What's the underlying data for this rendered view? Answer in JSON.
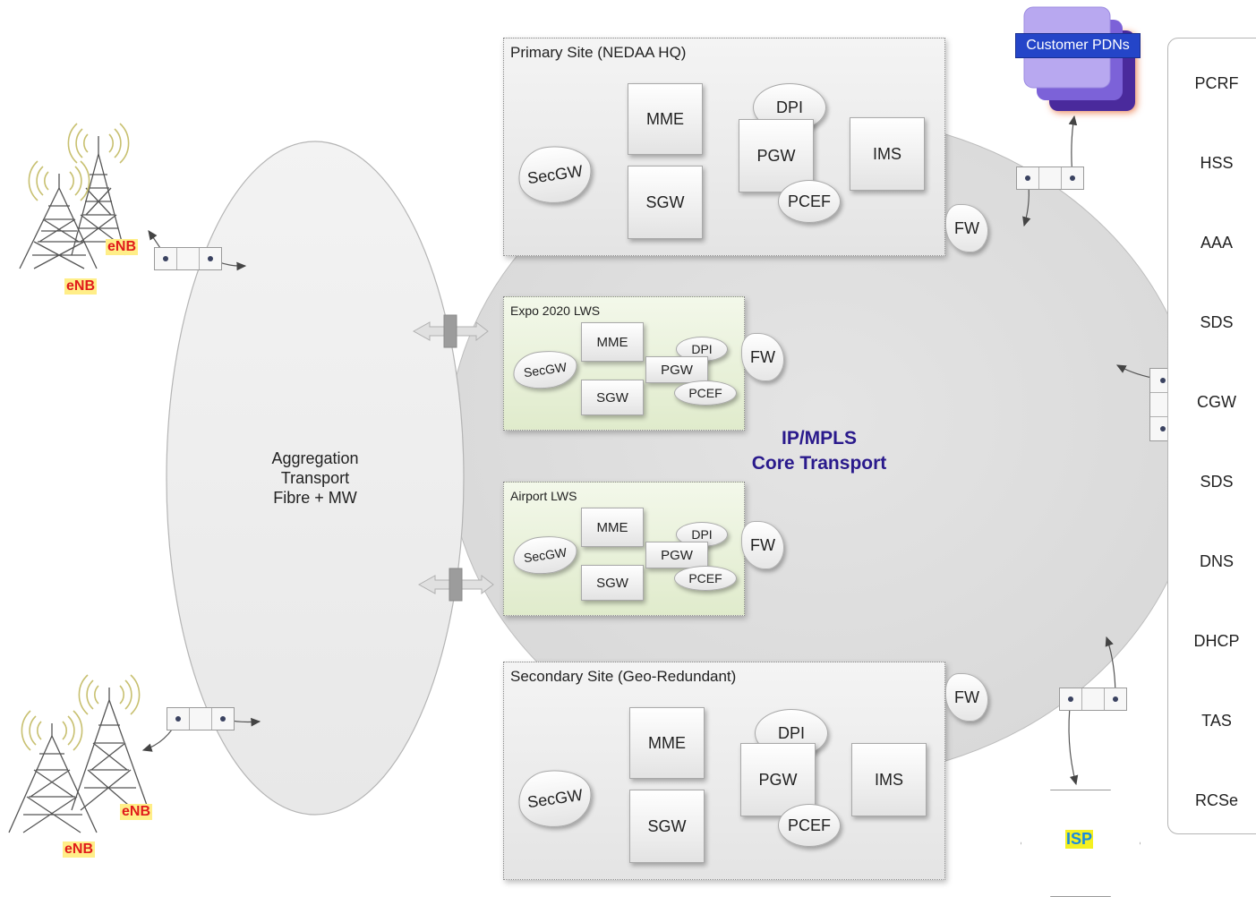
{
  "aggregation": {
    "line1": "Aggregation",
    "line2": "Transport",
    "line3": "Fibre + MW"
  },
  "core": {
    "line1": "IP/MPLS",
    "line2": "Core Transport",
    "color": "#2a1a8c"
  },
  "enb_label": "eNB",
  "primary_site": {
    "title": "Primary Site (NEDAA HQ)",
    "secgw": "SecGW",
    "mme": "MME",
    "sgw": "SGW",
    "dpi": "DPI",
    "pgw": "PGW",
    "pcef": "PCEF",
    "ims": "IMS"
  },
  "secondary_site": {
    "title": "Secondary Site (Geo-Redundant)",
    "secgw": "SecGW",
    "mme": "MME",
    "sgw": "SGW",
    "dpi": "DPI",
    "pgw": "PGW",
    "pcef": "PCEF",
    "ims": "IMS"
  },
  "expo_lws": {
    "title": "Expo 2020 LWS",
    "secgw": "SecGW",
    "mme": "MME",
    "sgw": "SGW",
    "dpi": "DPI",
    "pgw": "PGW",
    "pcef": "PCEF"
  },
  "airport_lws": {
    "title": "Airport LWS",
    "secgw": "SecGW",
    "mme": "MME",
    "sgw": "SGW",
    "dpi": "DPI",
    "pgw": "PGW",
    "pcef": "PCEF"
  },
  "fw_label": "FW",
  "customer_pdns": "Customer PDNs",
  "isp": "ISP",
  "services": [
    "PCRF",
    "HSS",
    "AAA",
    "SDS",
    "CGW",
    "SDS",
    "DNS",
    "DHCP",
    "TAS",
    "RCSe"
  ]
}
